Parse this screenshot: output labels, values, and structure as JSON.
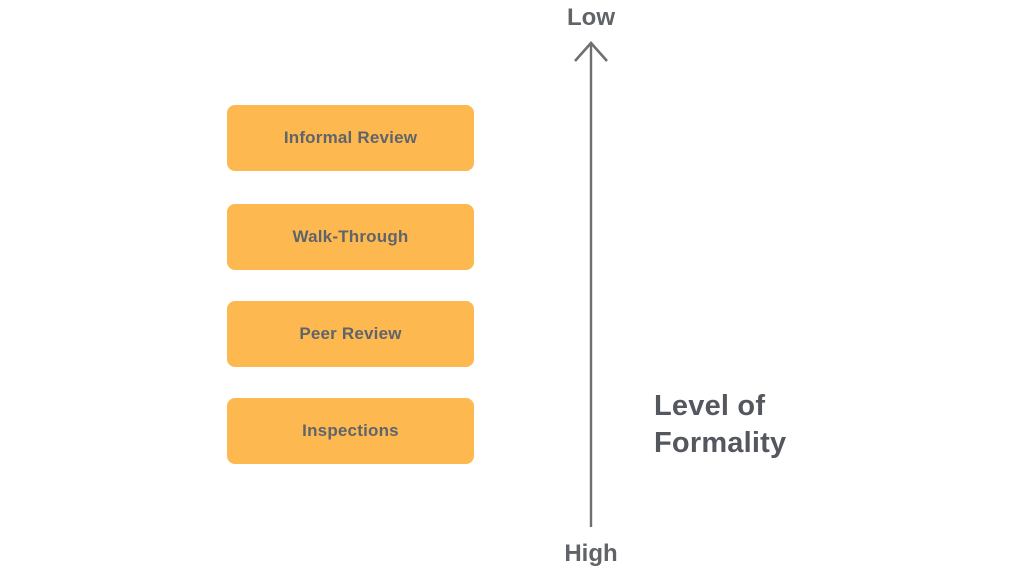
{
  "diagram": {
    "boxes": [
      {
        "label": "Informal Review"
      },
      {
        "label": "Walk-Through"
      },
      {
        "label": "Peer Review"
      },
      {
        "label": "Inspections"
      }
    ],
    "axis": {
      "top_label": "Low",
      "bottom_label": "High",
      "title": "Level of Formality",
      "direction": "up"
    },
    "colors": {
      "background": "#FFFFFF",
      "box_fill": "#FDB950",
      "box_text": "#5F646B",
      "arrow": "#6F6F6F",
      "axis_label_text": "#606468",
      "title_text": "#54585E"
    }
  }
}
